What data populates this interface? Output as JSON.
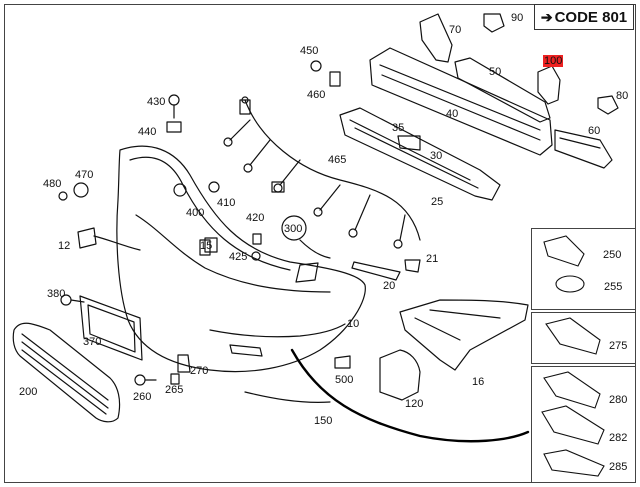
{
  "diagram": {
    "code_box": {
      "arrow": "➔",
      "text": "CODE 801"
    },
    "labels": {
      "p10": "10",
      "p12": "12",
      "p15": "15",
      "p16": "16",
      "p20": "20",
      "p21": "21",
      "p25": "25",
      "p30": "30",
      "p35": "35",
      "p40": "40",
      "p50": "50",
      "p60": "60",
      "p70": "70",
      "p80": "80",
      "p90": "90",
      "p100": "100",
      "p120": "120",
      "p150": "150",
      "p200": "200",
      "p250": "250",
      "p255": "255",
      "p260": "260",
      "p265": "265",
      "p270": "270",
      "p275": "275",
      "p280": "280",
      "p282": "282",
      "p285": "285",
      "p300": "300",
      "p370": "370",
      "p380": "380",
      "p400": "400",
      "p410": "410",
      "p420": "420",
      "p425": "425",
      "p430": "430",
      "p440": "440",
      "p450": "450",
      "p460": "460",
      "p465": "465",
      "p470": "470",
      "p480": "480",
      "p500": "500"
    },
    "highlight_color": "#e22222",
    "line_color": "#111111"
  }
}
